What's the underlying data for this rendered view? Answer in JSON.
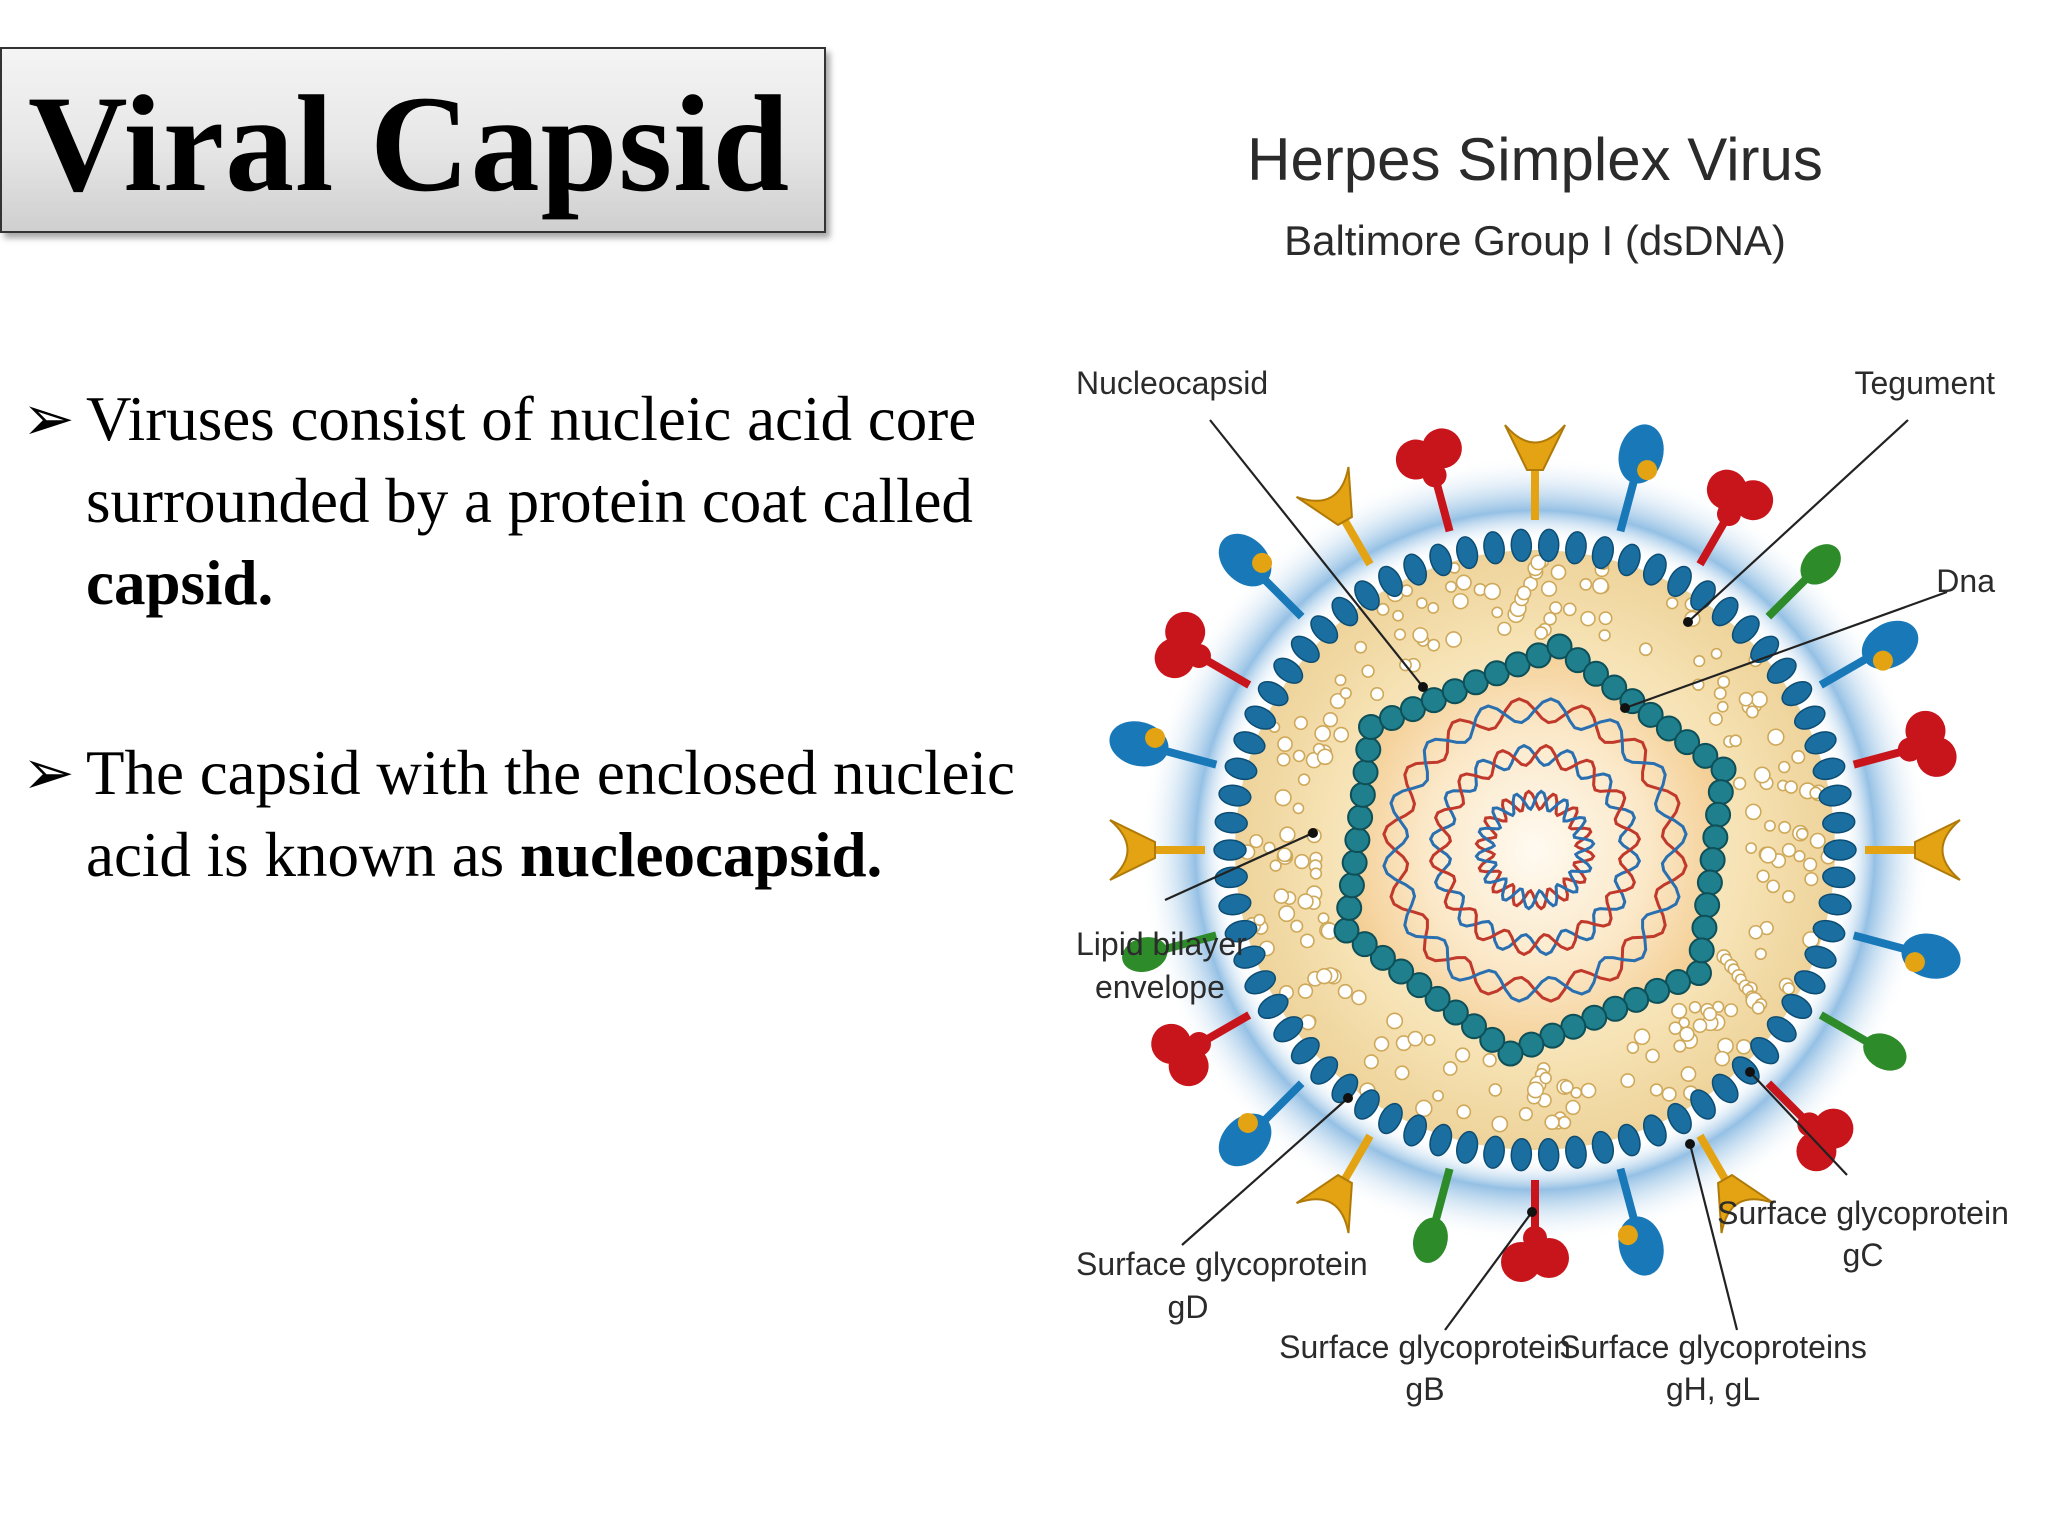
{
  "slide": {
    "title": "Viral Capsid",
    "bullets": [
      {
        "lines": [
          [
            "Viruses consist of nucleic acid core"
          ],
          [
            "surrounded by a protein coat called"
          ],
          [
            {
              "bold": "capsid."
            }
          ]
        ]
      },
      {
        "lines": [
          [
            "The capsid with the enclosed nucleic"
          ],
          [
            "acid is known as ",
            {
              "bold": "nucleocapsid."
            }
          ]
        ]
      }
    ],
    "bullet_marker": "➢"
  },
  "diagram": {
    "title": "Herpes Simplex Virus",
    "subtitle": "Baltimore Group I (dsDNA)",
    "labels": {
      "nucleocapsid": "Nucleocapsid",
      "tegument": "Tegument",
      "dna": "Dna",
      "lipid_line1": "Lipid bilayer",
      "lipid_line2": "envelope",
      "gd_line1": "Surface glycoprotein",
      "gd_line2": "gD",
      "gb_line1": "Surface glycoprotein",
      "gb_line2": "gB",
      "ghgl_line1": "Surface glycoproteins",
      "ghgl_line2": "gH, gL",
      "gc_line1": "Surface glycoprotein",
      "gc_line2": "gC"
    },
    "colors": {
      "capsomere": "#1f7f8c",
      "envelope_bead": "#1a6fa0",
      "glyco_red": "#c8151b",
      "glyco_yellow": "#e3a313",
      "glyco_blue": "#1978b8",
      "glyco_green": "#2e8b2a",
      "tegument": "#f2d9a0",
      "core": "#fbe7c6",
      "dna_red": "#c0392b",
      "dna_blue": "#2a6fb0",
      "halo": "#9fc6e6"
    }
  }
}
